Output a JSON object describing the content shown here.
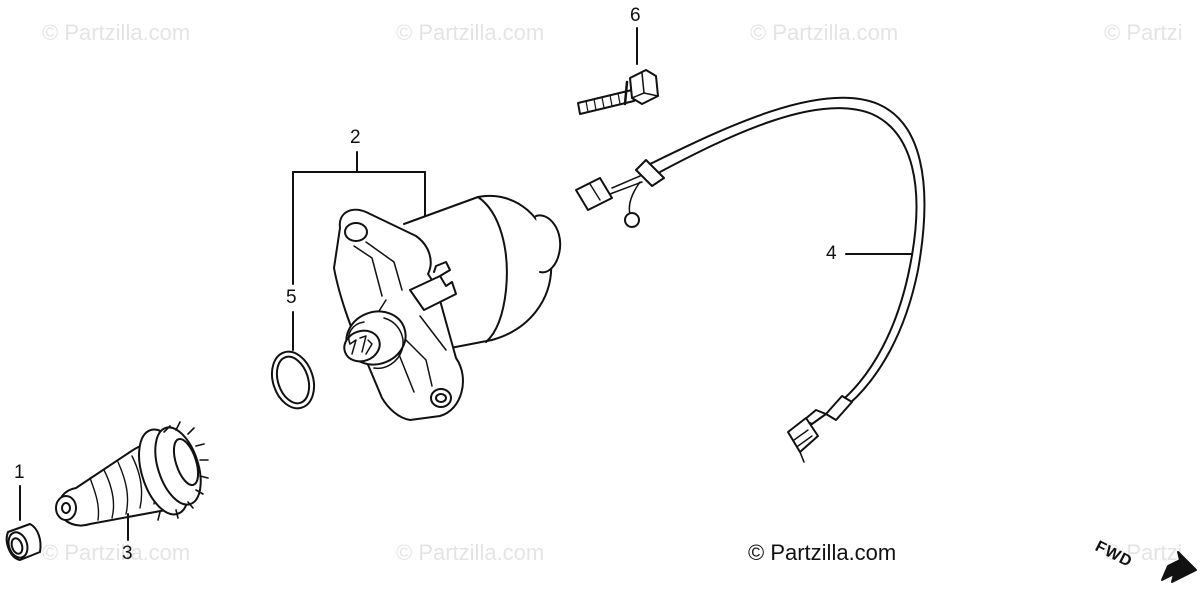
{
  "watermarks": [
    "© Partzilla.com",
    "© Partzilla.com",
    "© Partzilla.com",
    "© Partzi",
    "© Partzilla.com",
    "© Partzilla.com",
    "© Partzi"
  ],
  "copyright": "© Partzilla.com",
  "direction_label": "FWD",
  "callouts": {
    "c1": "1",
    "c2": "2",
    "c3": "3",
    "c4": "4",
    "c5": "5",
    "c6": "6"
  },
  "colors": {
    "line": "#111111",
    "watermark": "#e4e4e4"
  }
}
